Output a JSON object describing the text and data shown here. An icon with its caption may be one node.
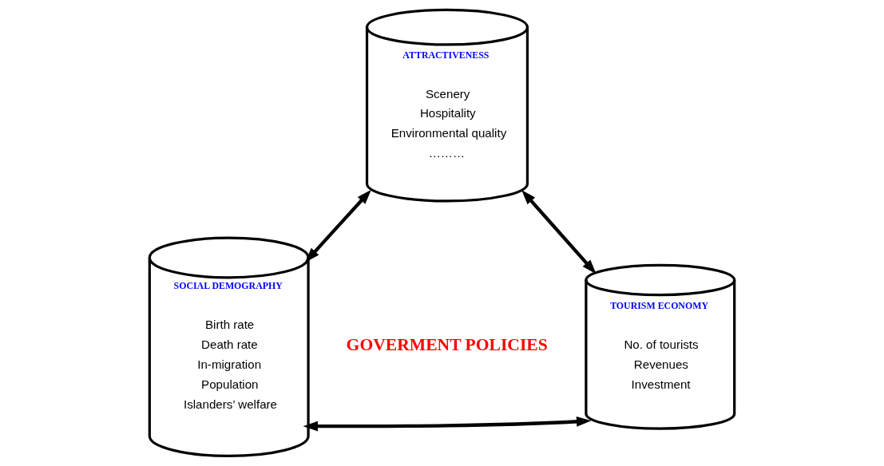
{
  "diagram": {
    "nodes": [
      {
        "text": [
          "ATTRACTIVENESS",
          "Scenery",
          "Hospitality",
          "Environmental quality",
          "………"
        ]
      },
      {
        "text": [
          "SOCIAL DEMOGRAPHY",
          "Birth rate",
          "Death rate",
          "In-migration",
          "Population",
          "Islanders’ welfare"
        ]
      },
      {
        "text": [
          "TOURISM ECONOMY",
          "No. of tourists",
          "Revenues",
          "Investment"
        ]
      }
    ],
    "edges": [
      {
        "from": 1,
        "to": 0,
        "arrow": "both"
      },
      {
        "from": 0,
        "to": 2,
        "arrow": "both"
      },
      {
        "from": 1,
        "to": 2,
        "arrow": "both"
      }
    ],
    "labels": [
      "GOVERMENT POLICIES"
    ]
  }
}
